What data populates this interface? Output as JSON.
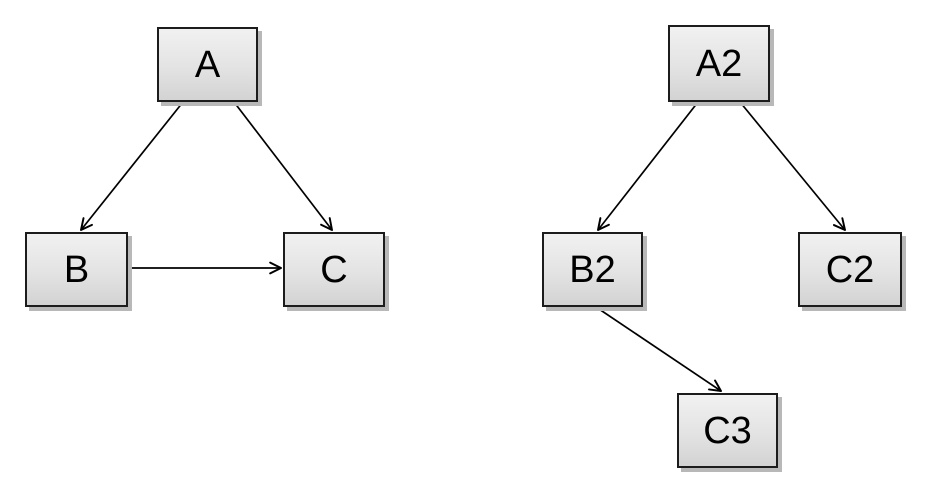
{
  "background_color": "#ffffff",
  "colors": {
    "node_border": "#1c1c1c",
    "node_fill_top": "#f1f1f1",
    "node_fill_bottom": "#d3d3d3",
    "node_shadow": "#b8b8b8",
    "edge": "#000000",
    "label": "#000000"
  },
  "diagrams": [
    {
      "name": "left-graph",
      "nodes": [
        {
          "id": "A",
          "label": "A"
        },
        {
          "id": "B",
          "label": "B"
        },
        {
          "id": "C",
          "label": "C"
        }
      ],
      "edges": [
        {
          "from": "A",
          "to": "B"
        },
        {
          "from": "A",
          "to": "C"
        },
        {
          "from": "B",
          "to": "C"
        }
      ]
    },
    {
      "name": "right-graph",
      "nodes": [
        {
          "id": "A2",
          "label": "A2"
        },
        {
          "id": "B2",
          "label": "B2"
        },
        {
          "id": "C2",
          "label": "C2"
        },
        {
          "id": "C3",
          "label": "C3"
        }
      ],
      "edges": [
        {
          "from": "A2",
          "to": "B2"
        },
        {
          "from": "A2",
          "to": "C2"
        },
        {
          "from": "B2",
          "to": "C3"
        }
      ]
    }
  ]
}
